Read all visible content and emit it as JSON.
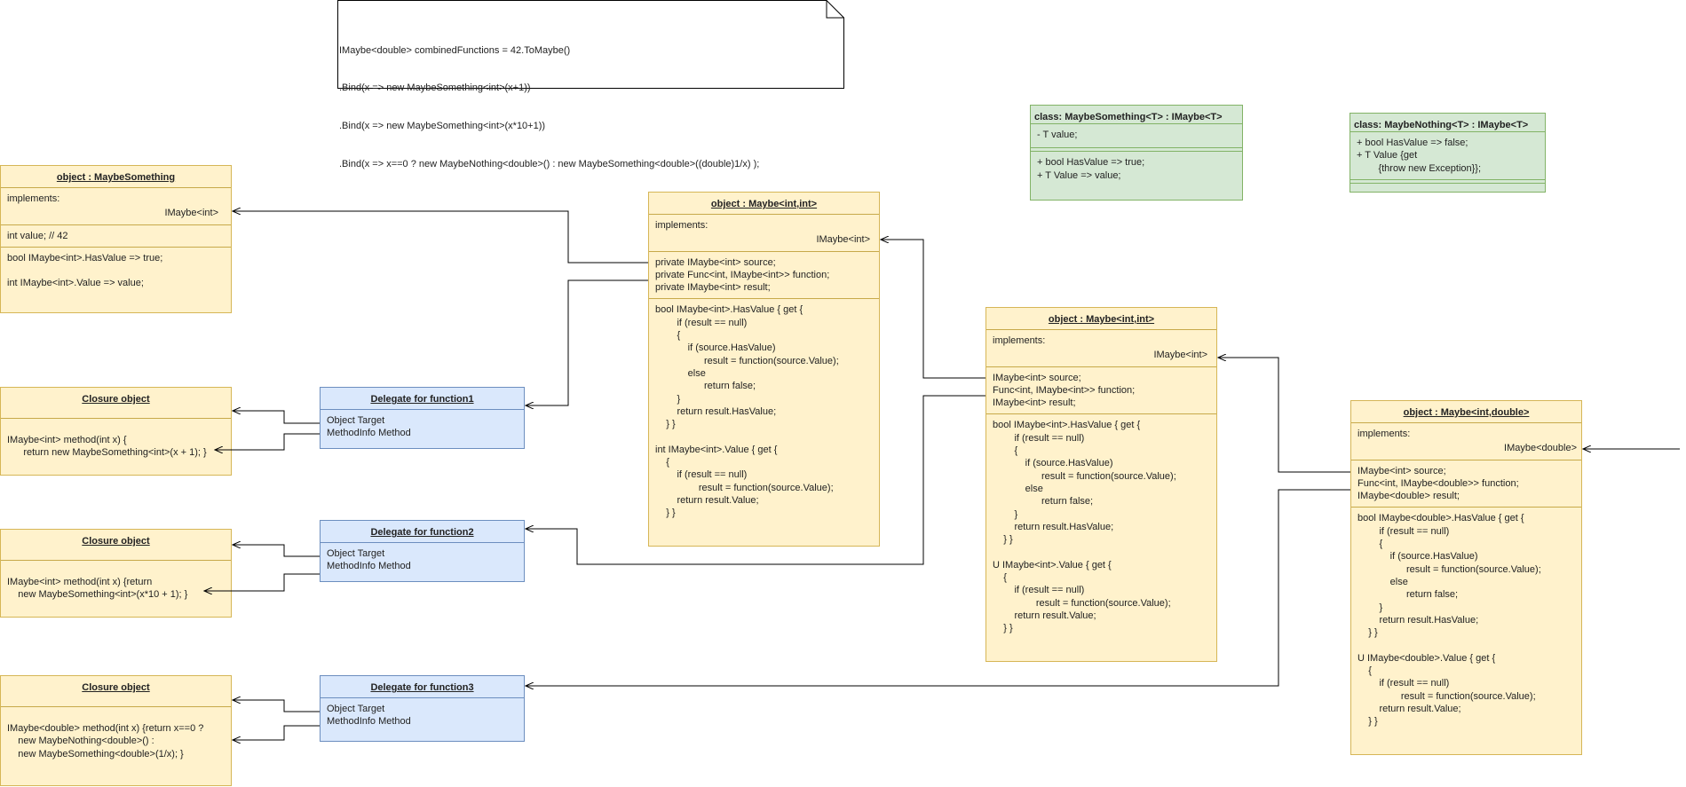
{
  "note": {
    "lines": [
      "IMaybe<double> combinedFunctions = 42.ToMaybe()",
      ".Bind(x => new MaybeSomething<int>(x+1))",
      ".Bind(x => new MaybeSomething<int>(x*10+1))",
      ".Bind(x => x==0 ? new MaybeNothing<double>() : new MaybeSomething<double>((double)1/x) );"
    ]
  },
  "class_something": {
    "title": "class: MaybeSomething<T> : IMaybe<T>",
    "field": "- T value;",
    "members": "+ bool HasValue => true;\n+ T Value => value;"
  },
  "class_nothing": {
    "title": "class: MaybeNothing<T> : IMaybe<T>",
    "members": "+ bool HasValue => false;\n+ T Value {get\n        {throw new Exception}};"
  },
  "obj_something": {
    "title": "object : MaybeSomething",
    "implements": "implements:",
    "iface": "IMaybe<int>",
    "field": "int value; // 42",
    "members": "bool IMaybe<int>.HasValue => true;\n\nint IMaybe<int>.Value => value;"
  },
  "closure1": {
    "title": "Closure object",
    "method": "IMaybe<int> method(int x) {\n      return new MaybeSomething<int>(x + 1); }"
  },
  "closure2": {
    "title": "Closure object",
    "method": "IMaybe<int> method(int x) {return\n    new MaybeSomething<int>(x*10 + 1); }"
  },
  "closure3": {
    "title": "Closure object",
    "method": "IMaybe<double> method(int x) {return x==0 ?\n    new MaybeNothing<double>() :\n    new MaybeSomething<double>(1/x); }"
  },
  "delegate1": {
    "title": "Delegate for function1",
    "fields": "Object Target\nMethodInfo Method"
  },
  "delegate2": {
    "title": "Delegate for function2",
    "fields": "Object Target\nMethodInfo Method"
  },
  "delegate3": {
    "title": "Delegate for function3",
    "fields": "Object Target\nMethodInfo Method"
  },
  "maybe1": {
    "title": "object : Maybe<int,int>",
    "implements": "implements:",
    "iface": "IMaybe<int>",
    "fields": "private IMaybe<int> source;\nprivate Func<int, IMaybe<int>> function;\nprivate IMaybe<int> result;",
    "members": "bool IMaybe<int>.HasValue { get {\n        if (result == null)\n        {\n            if (source.HasValue)\n                  result = function(source.Value);\n            else\n                  return false;\n        }\n        return result.HasValue;\n    } }\n\nint IMaybe<int>.Value { get {\n    {\n        if (result == null)\n                result = function(source.Value);\n        return result.Value;\n    } }"
  },
  "maybe2": {
    "title": "object : Maybe<int,int>",
    "implements": "implements:",
    "iface": "IMaybe<int>",
    "fields": "IMaybe<int> source;\nFunc<int, IMaybe<int>> function;\nIMaybe<int> result;",
    "members": "bool IMaybe<int>.HasValue { get {\n        if (result == null)\n        {\n            if (source.HasValue)\n                  result = function(source.Value);\n            else\n                  return false;\n        }\n        return result.HasValue;\n    } }\n\nU IMaybe<int>.Value { get {\n    {\n        if (result == null)\n                result = function(source.Value);\n        return result.Value;\n    } }"
  },
  "maybe3": {
    "title": "object : Maybe<int,double>",
    "implements": "implements:",
    "iface": "IMaybe<double>",
    "fields": "IMaybe<int> source;\nFunc<int, IMaybe<double>> function;\nIMaybe<double> result;",
    "members": "bool IMaybe<double>.HasValue { get {\n        if (result == null)\n        {\n            if (source.HasValue)\n                  result = function(source.Value);\n            else\n                  return false;\n        }\n        return result.HasValue;\n    } }\n\nU IMaybe<double>.Value { get {\n    {\n        if (result == null)\n                result = function(source.Value);\n        return result.Value;\n    } }"
  }
}
